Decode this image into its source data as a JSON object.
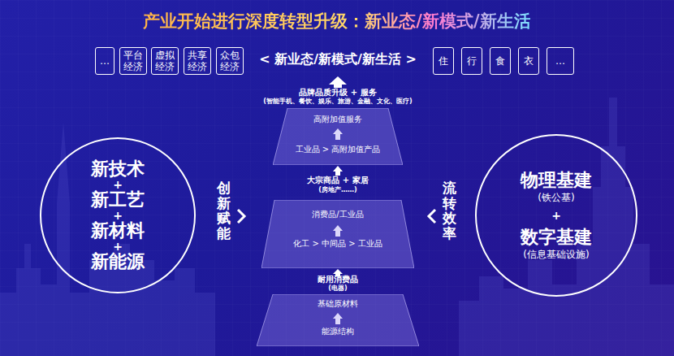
{
  "diagram": {
    "title": "产业开始进行深度转型升级：新业态/新模式/新生活",
    "nodes": [
      {
        "text": [
          "…"
        ]
      },
      {
        "text": [
          "平台 经济"
        ]
      },
      {
        "text": [
          "虚拟 经济"
        ]
      },
      {
        "text": [
          "共享 经济"
        ]
      },
      {
        "text": [
          "众包 经济"
        ]
      },
      {
        "text": [
          "住"
        ]
      },
      {
        "text": [
          "行"
        ]
      },
      {
        "text": [
          "食"
        ]
      },
      {
        "text": [
          "衣"
        ]
      },
      {
        "text": [
          "…"
        ]
      },
      {
        "text": [
          "高附加值服务",
          "工业品 > 高附加值产品"
        ]
      },
      {
        "text": [
          "新技术",
          "+",
          "新工艺",
          "+",
          "新材料",
          "+",
          "新能源"
        ]
      },
      {
        "text": [
          "消费品/工业品",
          "化工 > 中间品 > 工业品"
        ]
      },
      {
        "text": [
          "物理基建",
          "(铁公基)",
          "+",
          "数字基建",
          "(信息基础设施)"
        ]
      },
      {
        "text": [
          "基础原材料",
          "能源结构"
        ]
      }
    ],
    "labels": [
      "< 新业态/新模式/新生活 >",
      "品牌品质升级 + 服务",
      "(智能手机、餐饮、娱乐、旅游、金融、文化、医疗)",
      "大宗商品 + 家居",
      "(房地产……)",
      "耐用消费品",
      "(电器)",
      "创新赋能",
      "流转效率"
    ]
  }
}
